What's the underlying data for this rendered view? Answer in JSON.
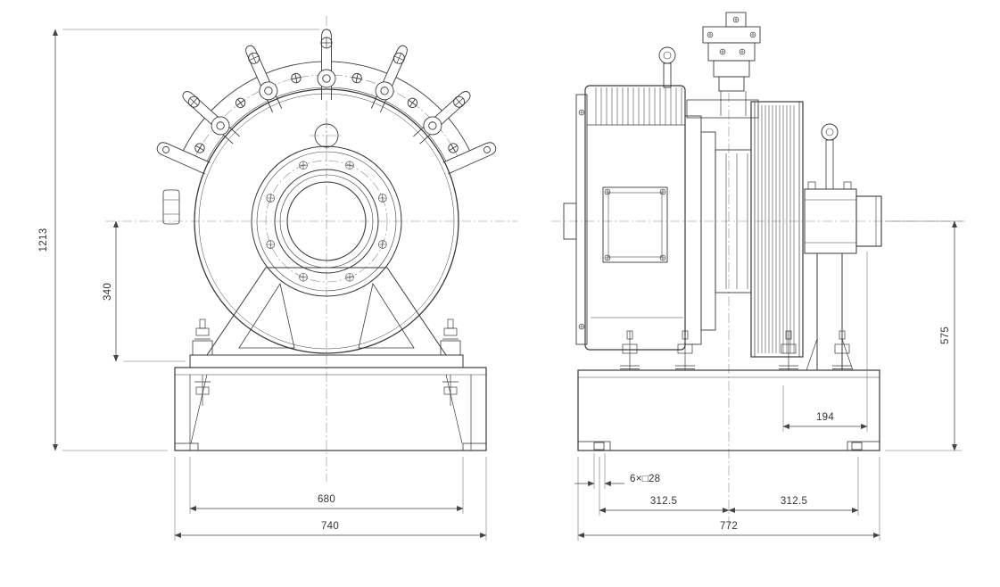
{
  "drawing": {
    "title": "traction-machine-two-view-drawing",
    "colors": {
      "background": "#ffffff",
      "line": "#3a3a3a",
      "dimension": "#444444"
    },
    "front_view": {
      "dims": {
        "total_height": "1213",
        "center_height": "340",
        "mount_span": "680",
        "base_width": "740"
      }
    },
    "side_view": {
      "dims": {
        "shaft_height": "575",
        "bearing_offset": "194",
        "mount_holes": "6×□28",
        "bolt_pitch_left": "312.5",
        "bolt_pitch_right": "312.5",
        "base_length": "772"
      }
    }
  }
}
